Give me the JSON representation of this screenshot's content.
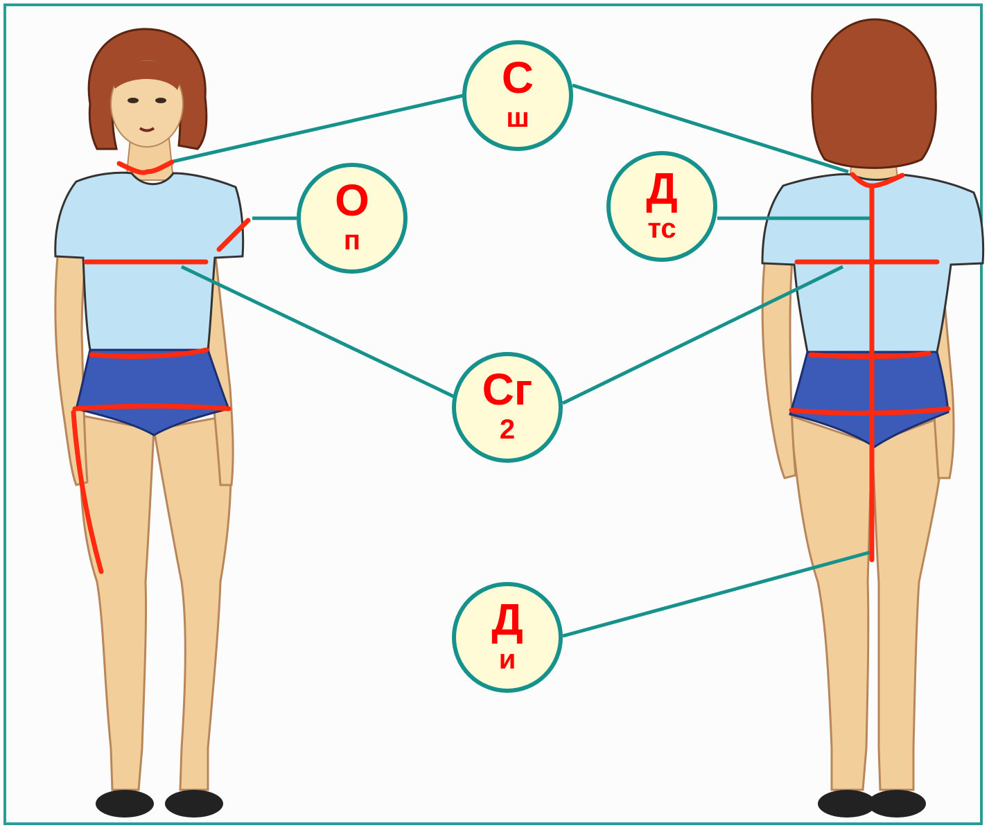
{
  "labels": {
    "ssh": {
      "line1": "С",
      "line2": "ш"
    },
    "op": {
      "line1": "О",
      "line2": "п"
    },
    "dts": {
      "line1": "Д",
      "line2": "тс"
    },
    "sg2": {
      "line1": "Сг",
      "line2": "2"
    },
    "di": {
      "line1": "Д",
      "line2": "и"
    }
  },
  "colors": {
    "frame": "#2a9c97",
    "connector": "#17918c",
    "measure_line": "#ff2a10",
    "badge_fill": "#fffbd6",
    "label_text": "#ff0000"
  }
}
